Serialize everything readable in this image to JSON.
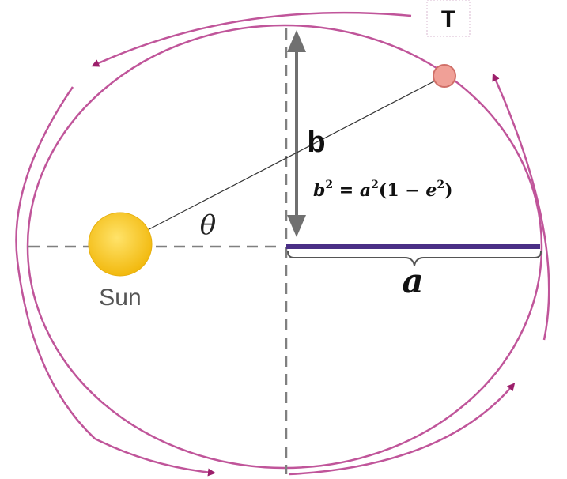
{
  "labels": {
    "planet": "T",
    "sun": "Sun",
    "semi_minor": "b",
    "semi_major": "a",
    "angle": "θ",
    "formula": {
      "b": "b",
      "b_exp": "2",
      "equals": " = ",
      "a": "a",
      "a_exp": "2",
      "open": "(1 − ",
      "e": "e",
      "e_exp": "2",
      "close": ")"
    }
  },
  "colors": {
    "orbit": "#c0559a",
    "arrowhead": "#9c1f6b",
    "sun_fill": "#f5c516",
    "sun_edge": "#e7b00f",
    "planet_fill": "#f0a097",
    "planet_edge": "#d06f68",
    "semi_major_bar": "#4a2f86",
    "dashed_axis": "#808080",
    "b_arrow": "#707070",
    "sun_text": "#555555"
  }
}
